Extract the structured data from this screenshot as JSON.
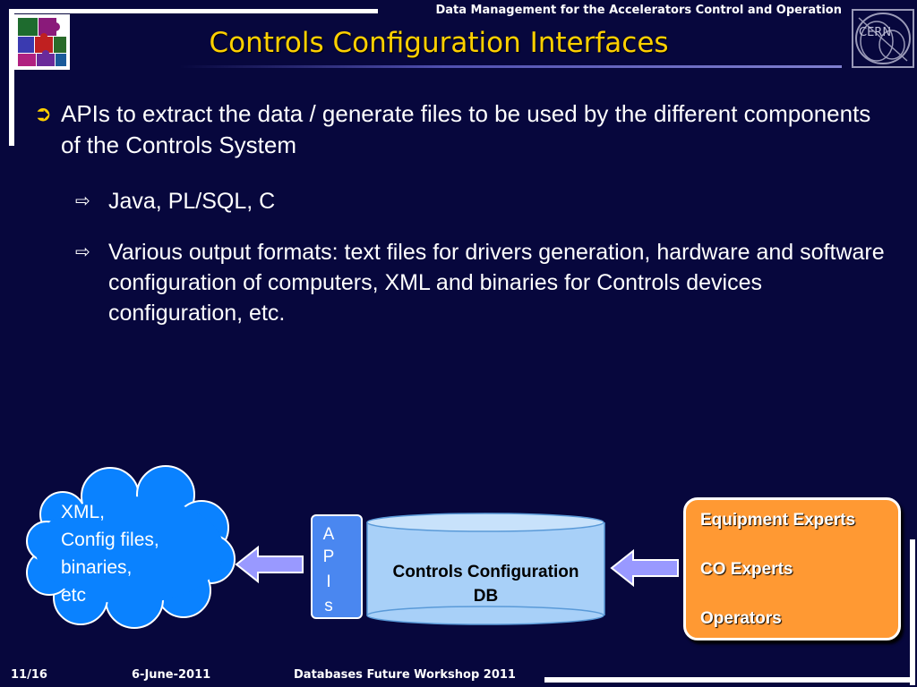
{
  "header": {
    "event_title": "Data Management for the Accelerators Control and Operation",
    "slide_title": "Controls Configuration Interfaces",
    "logo_text": "CERN"
  },
  "bullets": {
    "main": "APIs to extract the data / generate files to be used by the different components of the Controls System",
    "sub1": "Java, PL/SQL, C",
    "sub2": "Various output formats: text files for drivers generation, hardware and software configuration of computers, XML and binaries for Controls devices configuration, etc."
  },
  "diagram": {
    "cloud_lines": [
      "XML,",
      "Config files,",
      "binaries,",
      "etc"
    ],
    "apis_letters": [
      "A",
      "P",
      "I",
      "s"
    ],
    "db_label_line1": "Controls Configuration",
    "db_label_line2": "DB",
    "users": [
      "Equipment Experts",
      "CO Experts",
      "Operators"
    ],
    "colors": {
      "cloud": "#0a82ff",
      "apis": "#4a87f0",
      "db": "#a8d0f8",
      "users_box": "#ff9933",
      "arrow": "#9999ff",
      "title": "#ffd000",
      "background": "#07073d"
    }
  },
  "footer": {
    "page": "11/16",
    "date": "6-June-2011",
    "event": "Databases Future Workshop 2011"
  }
}
